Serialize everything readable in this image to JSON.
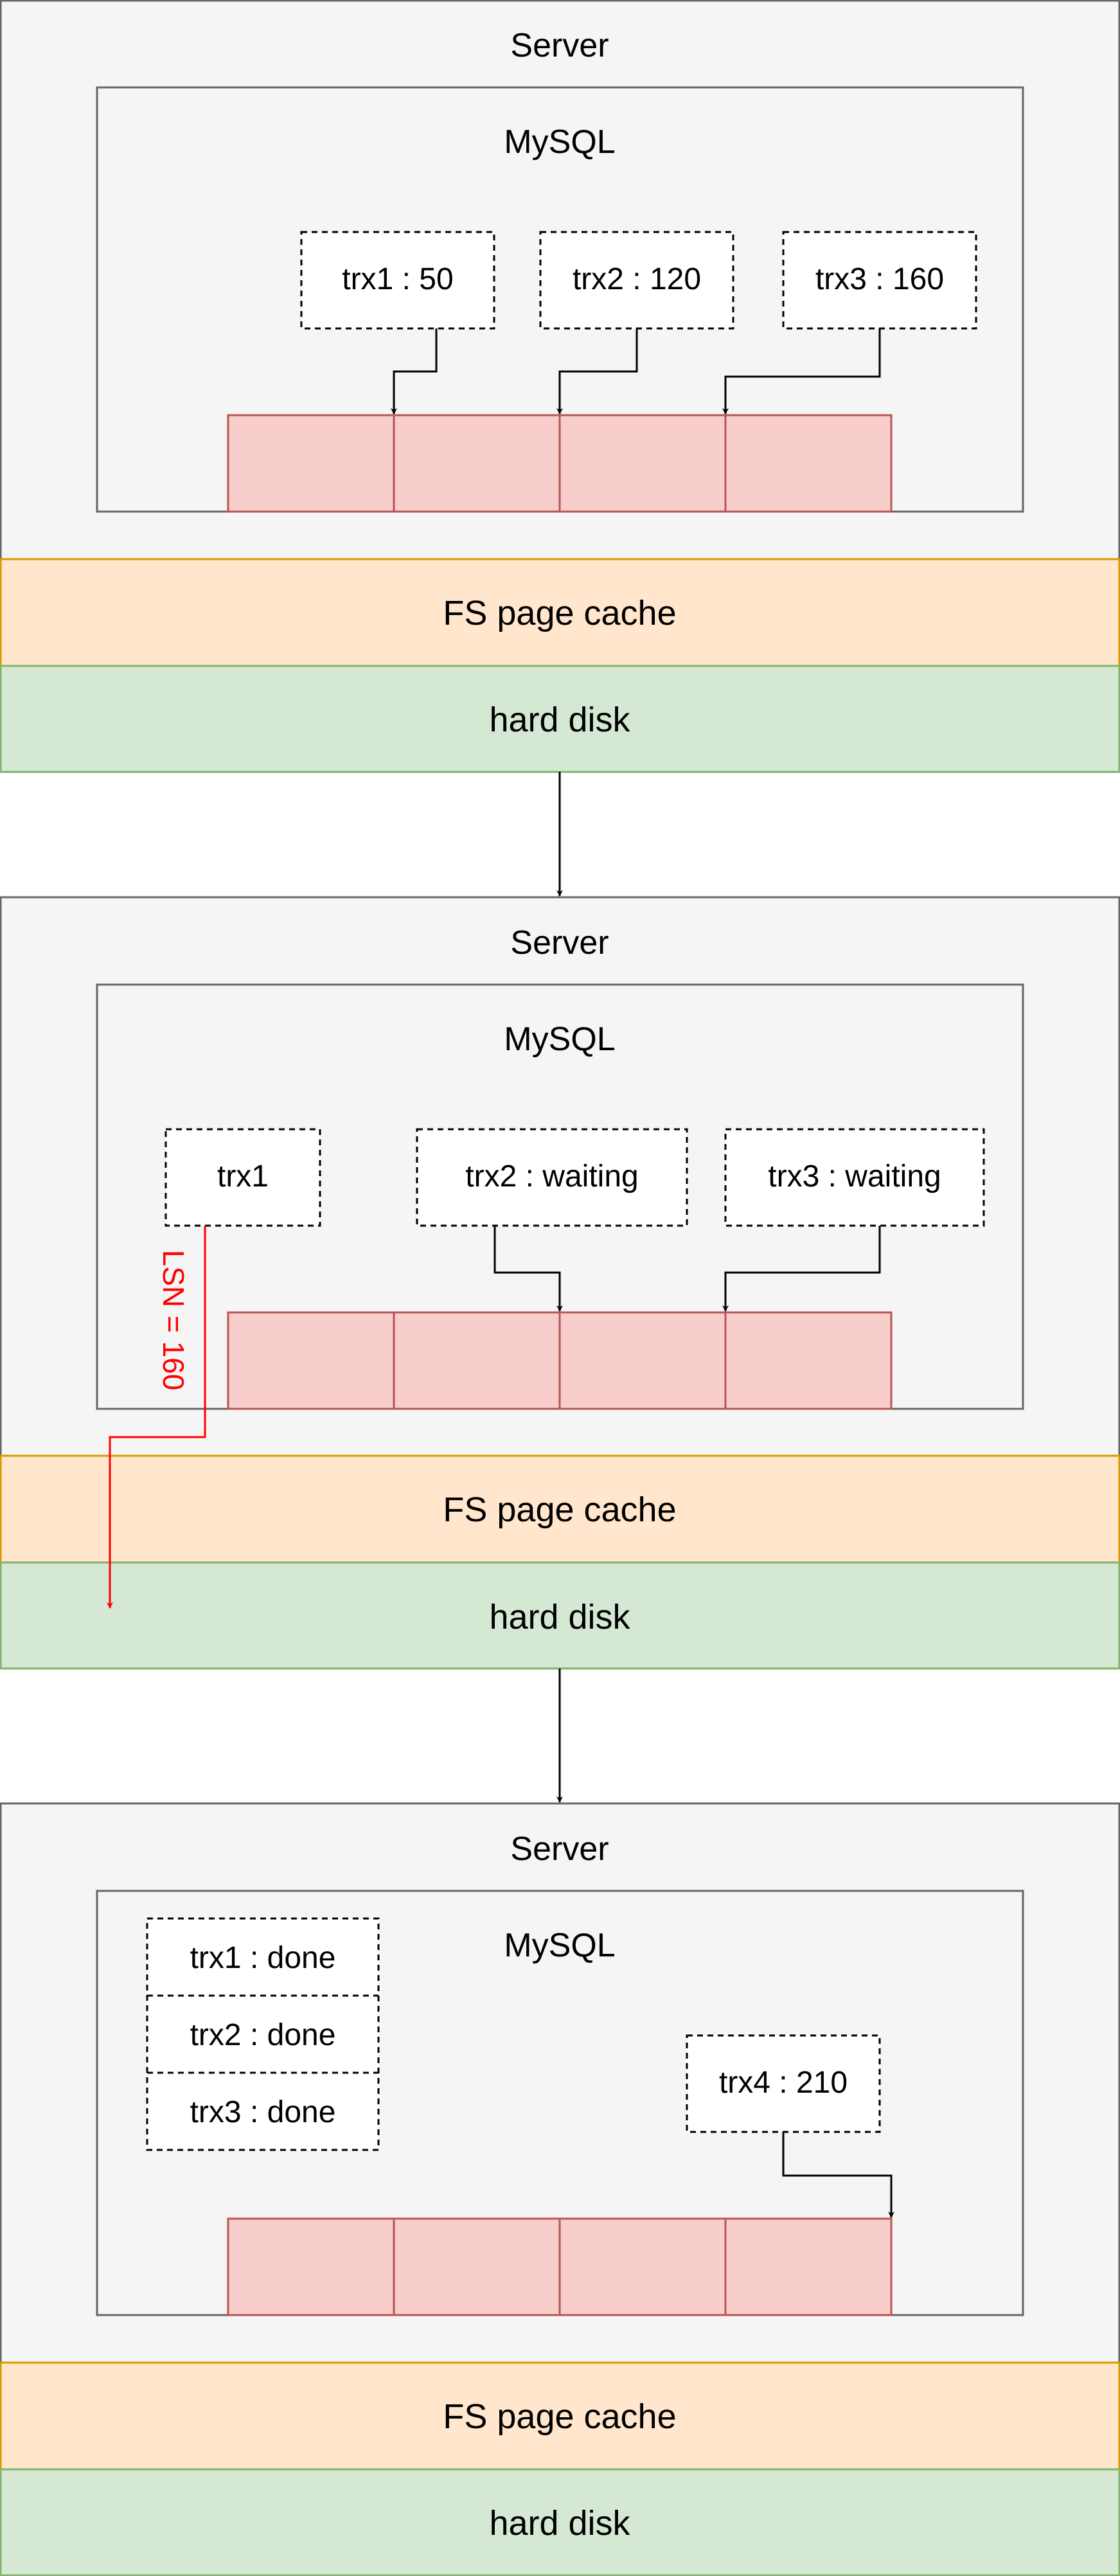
{
  "panels": [
    {
      "server_label": "Server",
      "mysql_label": "MySQL",
      "transactions": [
        "trx1 : 50",
        "trx2 : 120",
        "trx3 : 160"
      ],
      "fs_cache_label": "FS page cache",
      "hard_disk_label": "hard disk"
    },
    {
      "server_label": "Server",
      "mysql_label": "MySQL",
      "transactions": [
        "trx1",
        "trx2 : waiting",
        "trx3 : waiting"
      ],
      "flush_label": "LSN = 160",
      "fs_cache_label": "FS page cache",
      "hard_disk_label": "hard disk"
    },
    {
      "server_label": "Server",
      "mysql_label": "MySQL",
      "done_list": [
        "trx1 : done",
        "trx2 : done",
        "trx3 : done"
      ],
      "transactions": [
        "trx4 : 210"
      ],
      "fs_cache_label": "FS page cache",
      "hard_disk_label": "hard disk"
    }
  ],
  "colors": {
    "server_fill": "#f5f5f5",
    "server_stroke": "#666666",
    "buffer_fill": "#f8cecc",
    "buffer_stroke": "#b85450",
    "cache_fill": "#ffe6cc",
    "cache_stroke": "#d79b00",
    "disk_fill": "#d5e8d4",
    "disk_stroke": "#82b366",
    "flush_arrow": "#ff0000"
  }
}
